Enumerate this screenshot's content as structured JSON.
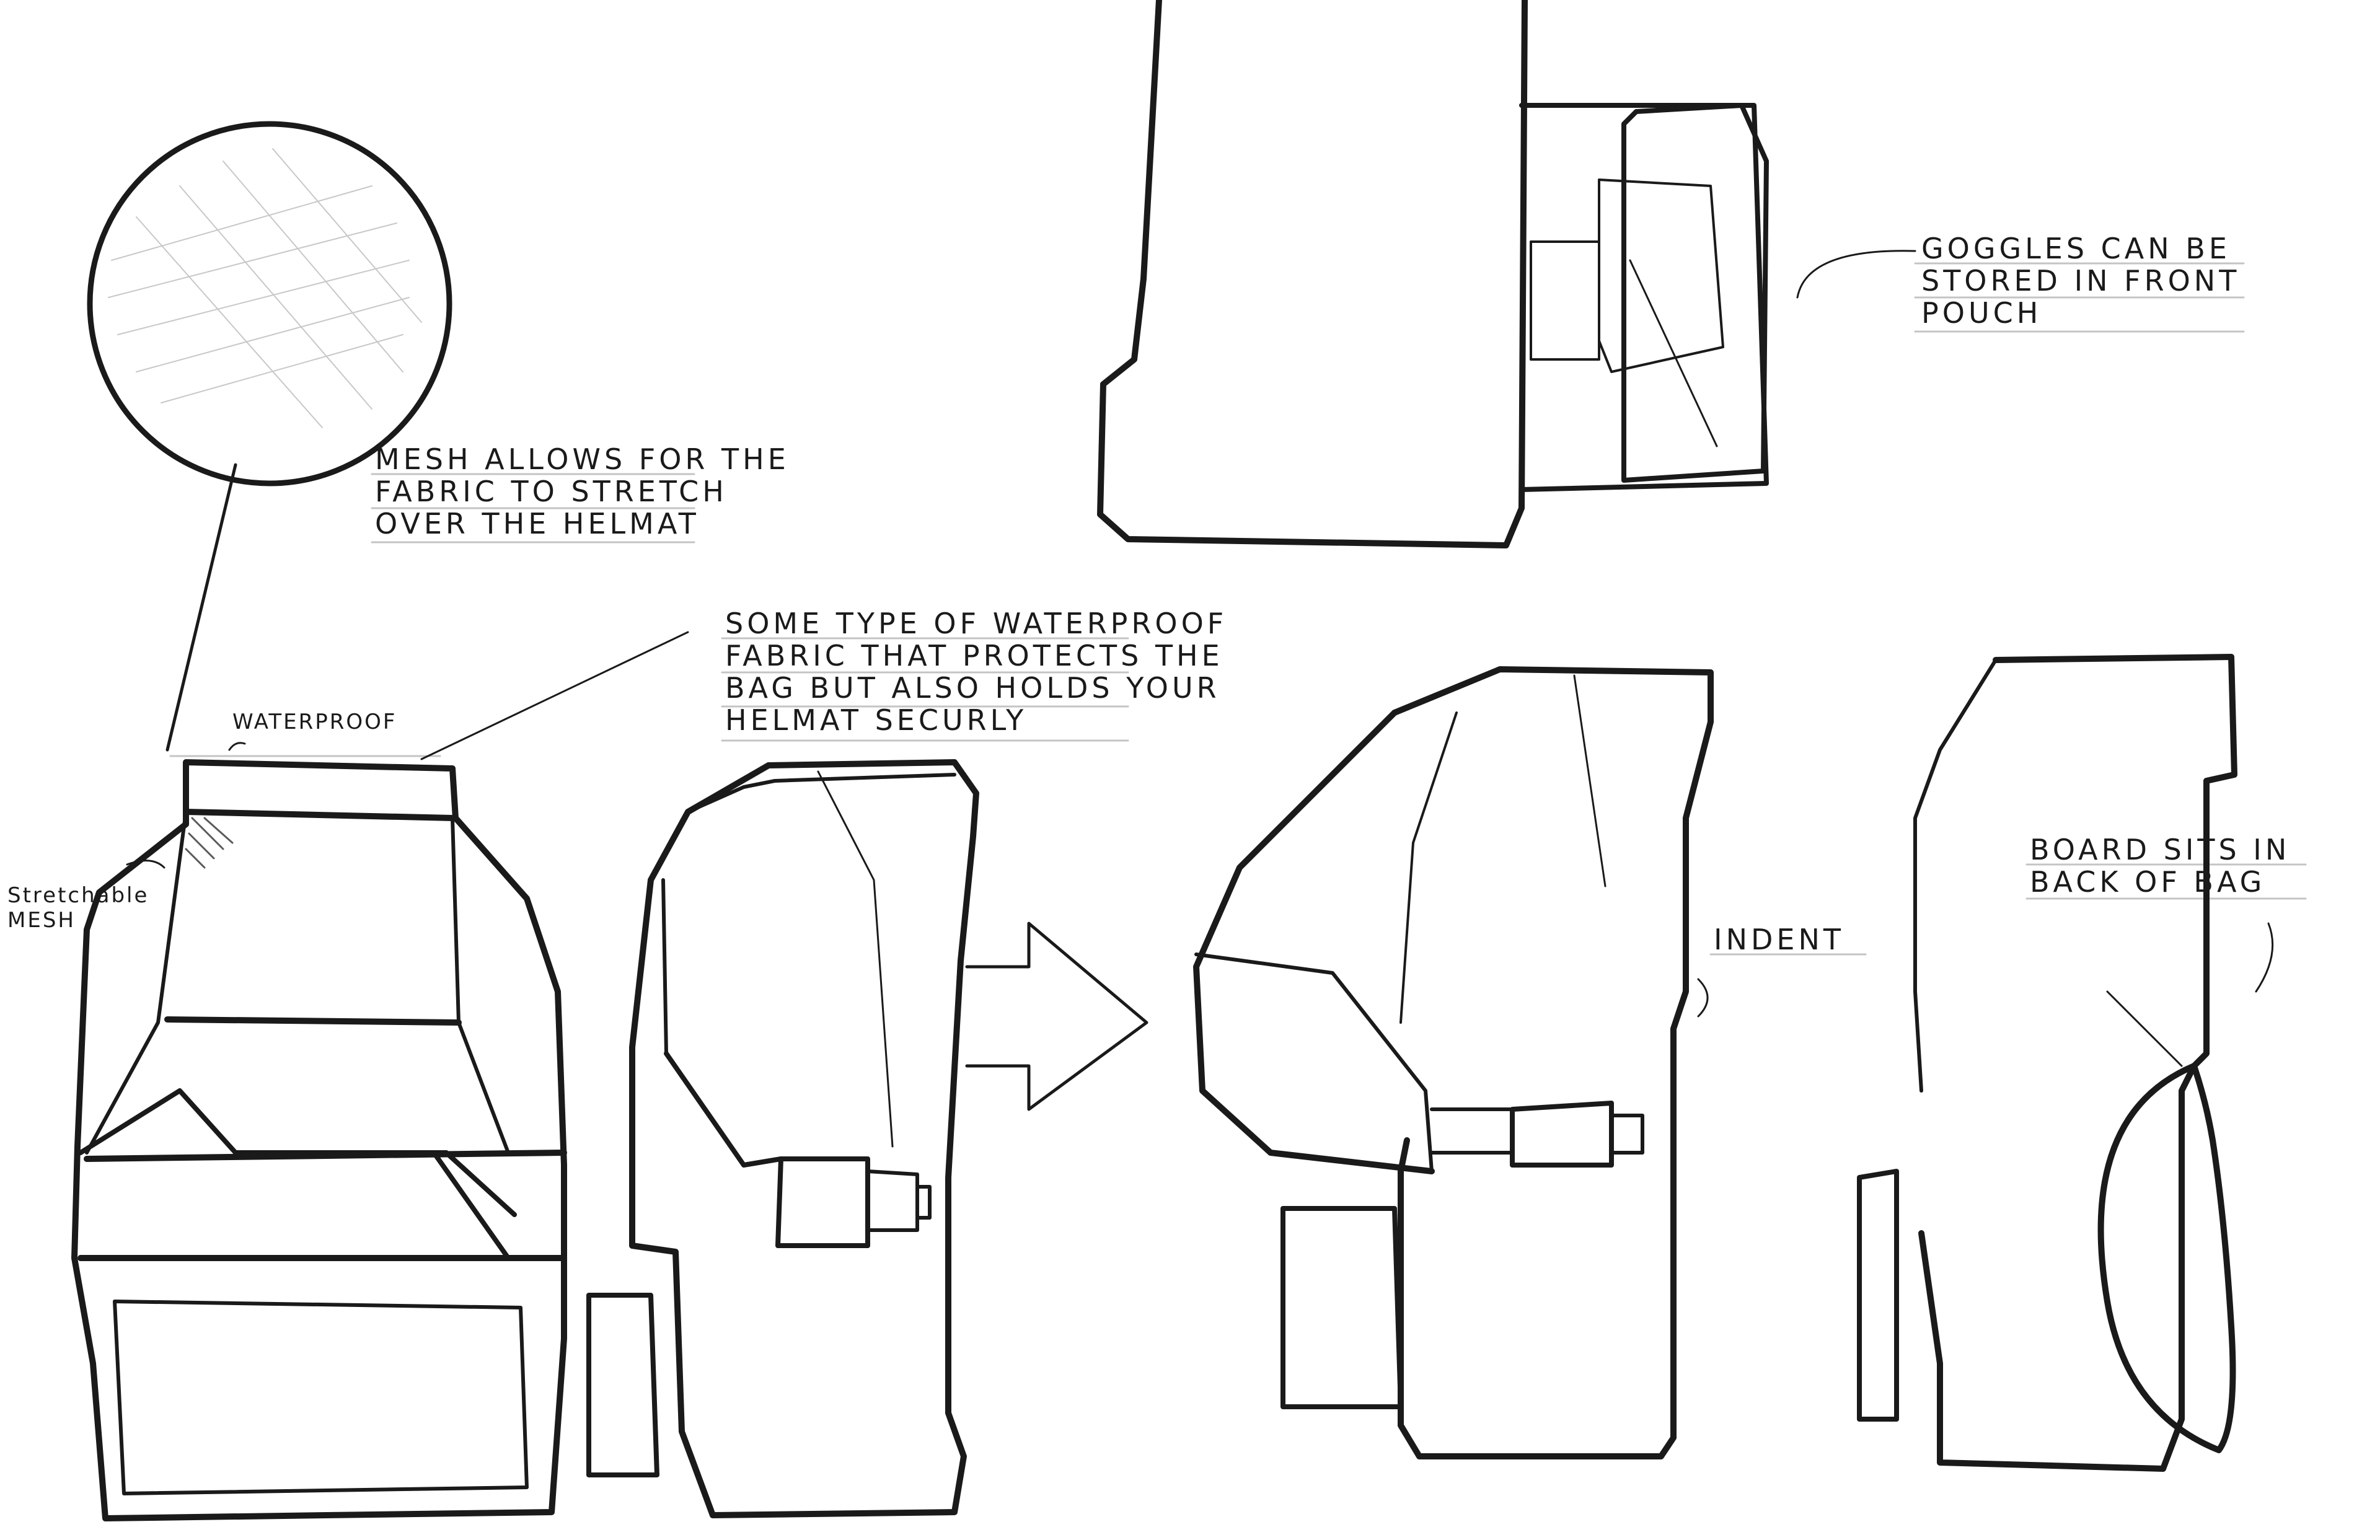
{
  "annotations": {
    "mesh_note": [
      "MESH ALLOWS FOR THE",
      "FABRIC TO STRETCH",
      "OVER THE HELMAT"
    ],
    "waterproof_note": [
      "SOME TYPE OF WATERPROOF",
      "FABRIC THAT PROTECTS THE",
      "BAG BUT ALSO HOLDS YOUR",
      "HELMAT SECURLY"
    ],
    "waterproof_label": "WATERPROOF",
    "stretchable_label": [
      "Stretchable",
      "MESH"
    ],
    "goggles_note": [
      "GOGGLES CAN BE",
      "STORED IN FRONT",
      "POUCH"
    ],
    "indent_label": "INDENT",
    "board_note": [
      "BOARD SITS IN",
      "BACK OF BAG"
    ]
  },
  "colors": {
    "ink": "#1a1a1a",
    "paper": "#ffffff",
    "guide": "#b8b8b8"
  }
}
